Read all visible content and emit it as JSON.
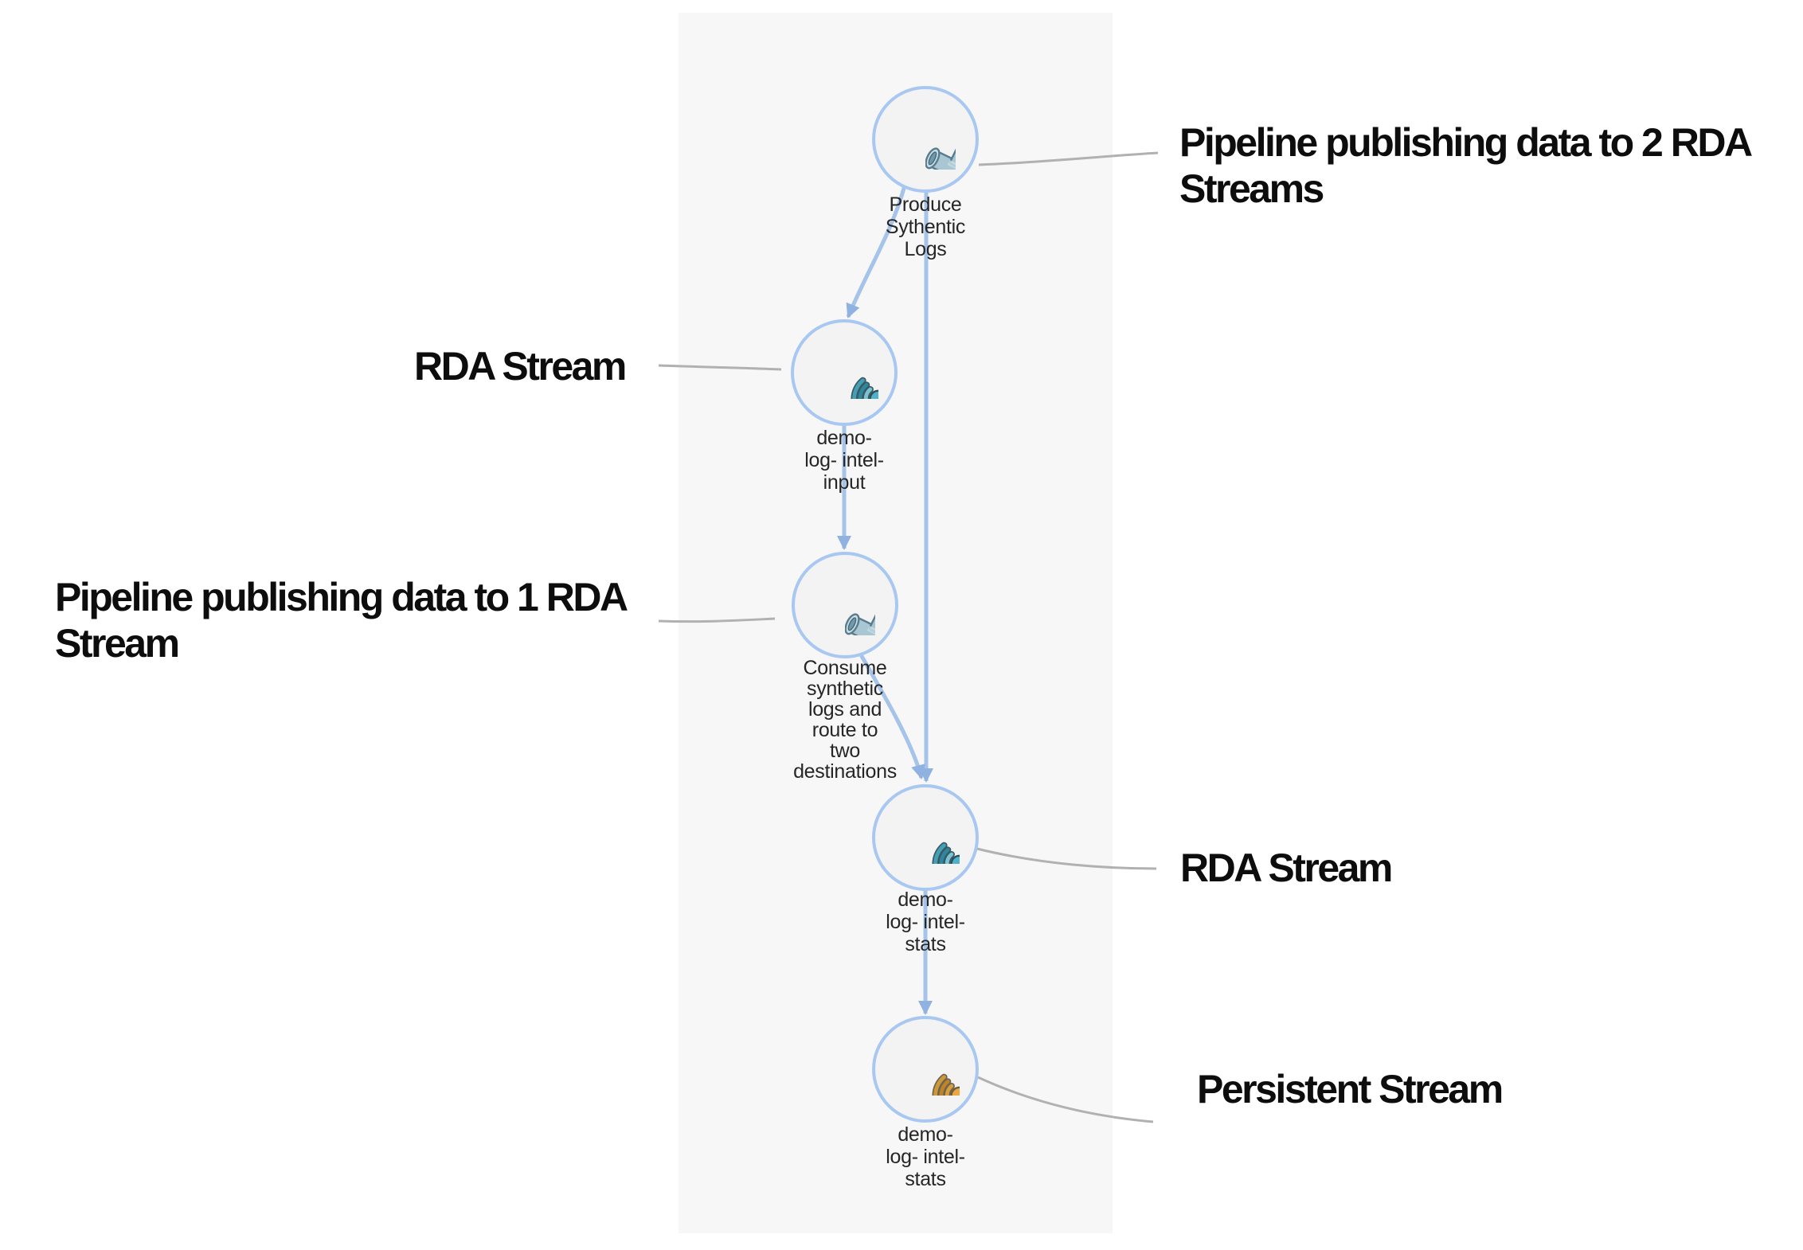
{
  "diagram": {
    "description": "Pipeline and stream flow diagram",
    "nodes": [
      {
        "id": "produce-synthetic-logs",
        "type": "pipeline",
        "icon": "pipe-tee-icon",
        "label": "Produce\nSythentic\nLogs"
      },
      {
        "id": "demo-log-intel-input",
        "type": "rda-stream",
        "icon": "rda-stream-icon",
        "label": "demo-\nlog- intel-\ninput"
      },
      {
        "id": "consume-synthetic-logs",
        "type": "pipeline",
        "icon": "pipe-tee-icon",
        "label": "Consume\nsynthetic\nlogs and\nroute to\ntwo\ndestinations"
      },
      {
        "id": "demo-log-intel-stats-rda",
        "type": "rda-stream",
        "icon": "rda-stream-icon",
        "label": "demo-\nlog- intel-\nstats"
      },
      {
        "id": "demo-log-intel-stats-persistent",
        "type": "persistent-stream",
        "icon": "persistent-stream-icon",
        "label": "demo-\nlog- intel-\nstats"
      }
    ],
    "annotations": [
      {
        "id": "pipeline-2-streams",
        "text": "Pipeline publishing data to 2 RDA\nStreams"
      },
      {
        "id": "rda-stream-left",
        "text": "RDA Stream"
      },
      {
        "id": "pipeline-1-stream",
        "text": "Pipeline publishing data to 1 RDA\nStream"
      },
      {
        "id": "rda-stream-right",
        "text": "RDA Stream"
      },
      {
        "id": "persistent-stream",
        "text": "Persistent Stream"
      }
    ],
    "colors": {
      "page_bg": "#ffffff",
      "panel_bg": "#f7f7f7",
      "node_border": "#a9c8f1",
      "node_fill": "#f3f3f4",
      "edge": "#a6c4e9",
      "arrowhead": "#8fb2e0",
      "annotation_line": "#b1b1b1",
      "annotation_text": "#0d0d0d",
      "label_text": "#262626",
      "stream_teal": "#4db1cb",
      "stream_orange": "#eaa641",
      "pipe_blue_gray": "#a9c7d3"
    }
  }
}
